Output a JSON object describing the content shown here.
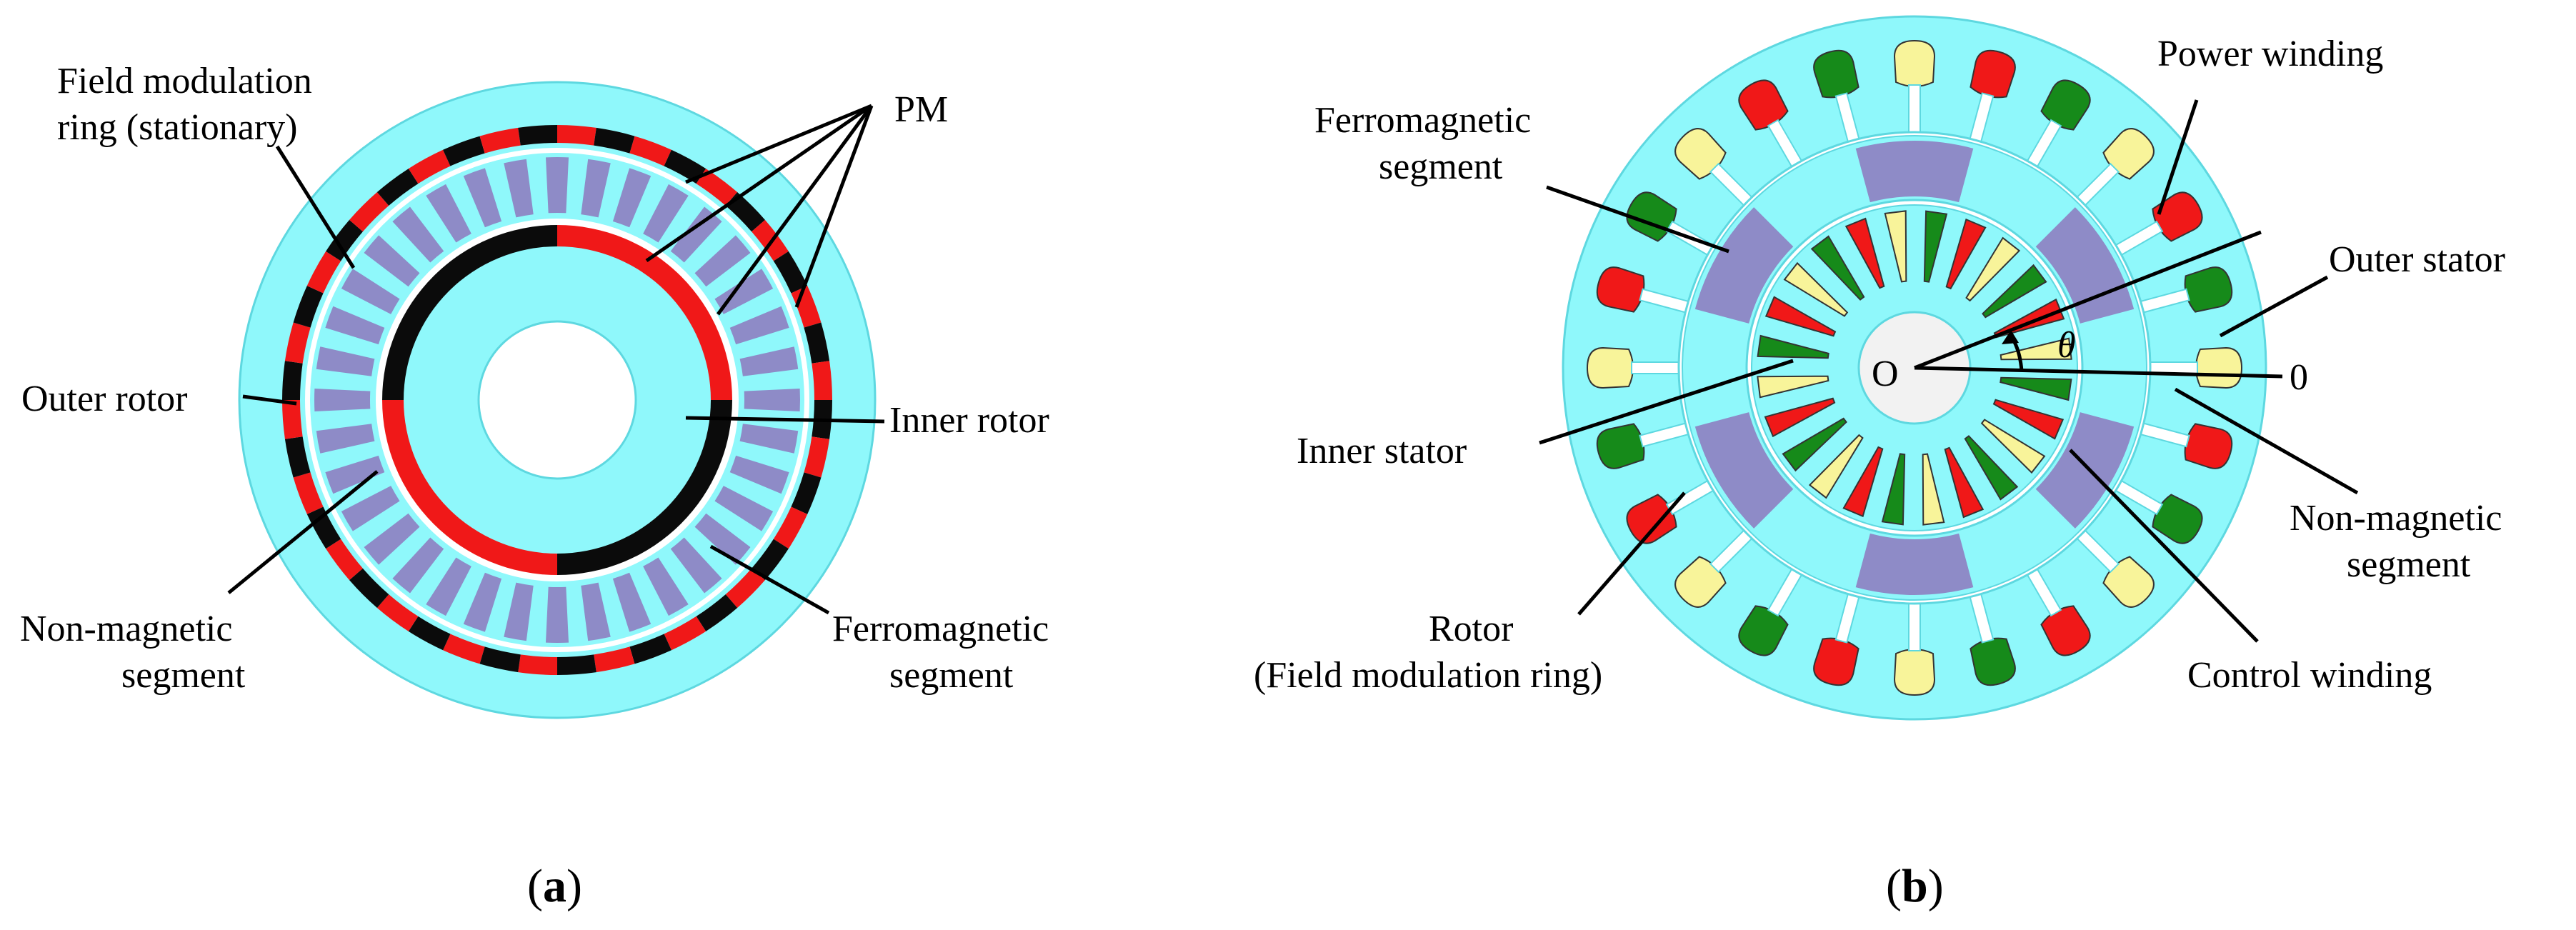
{
  "colors": {
    "cyan": "#8ff8fb",
    "cyan_dark": "#5ed8e0",
    "red": "#f01818",
    "black": "#0b0b0b",
    "purple": "#8e8bc7",
    "green": "#168a1a",
    "yellow": "#f8f49a",
    "white": "#ffffff"
  },
  "panel_a": {
    "caption_label": "a",
    "labels": {
      "field_modulation_line1": "Field modulation",
      "field_modulation_line2": "ring (stationary)",
      "pm": "PM",
      "outer_rotor": "Outer rotor",
      "inner_rotor": "Inner rotor",
      "non_magnetic_line1": "Non-magnetic",
      "non_magnetic_line2": "segment",
      "ferromagnetic_line1": "Ferromagnetic",
      "ferromagnetic_line2": "segment"
    }
  },
  "panel_b": {
    "caption_label": "b",
    "labels": {
      "power_winding": "Power winding",
      "ferromagnetic_line1": "Ferromagnetic",
      "ferromagnetic_line2": "segment",
      "outer_stator": "Outer stator",
      "origin": "O",
      "theta": "θ",
      "zero": "0",
      "inner_stator": "Inner stator",
      "non_magnetic_line1": "Non-magnetic",
      "non_magnetic_line2": "segment",
      "rotor_line1": "Rotor",
      "rotor_line2": "(Field modulation ring)",
      "control_winding": "Control winding"
    }
  }
}
